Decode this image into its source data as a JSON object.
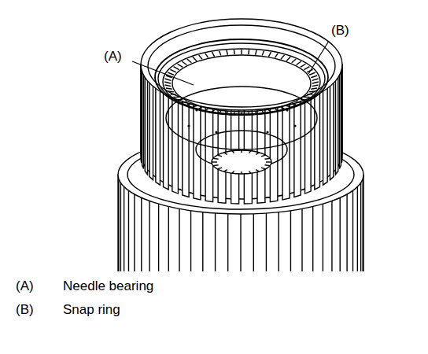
{
  "diagram": {
    "labels": [
      "(A)",
      "(B)",
      "(A)",
      "Needle bearing",
      "(B)",
      "Snap ring"
    ]
  }
}
